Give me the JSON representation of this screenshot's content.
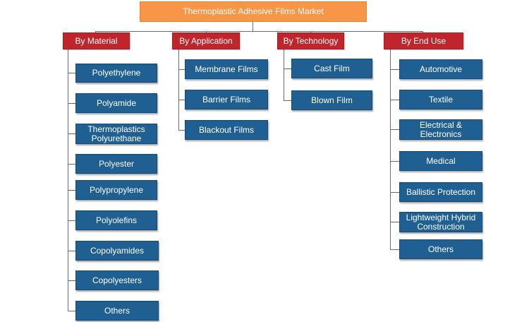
{
  "title": "Thermoplastic Adhesive Films Market",
  "categories": {
    "material": {
      "label": "By Material",
      "items": [
        "Polyethylene",
        "Polyamide",
        "Thermoplastics Polyurethane",
        "Polyester",
        "Polypropylene",
        "Polyolefins",
        "Copolyamides",
        "Copolyesters",
        "Others"
      ]
    },
    "application": {
      "label": "By Application",
      "items": [
        "Membrane Films",
        "Barrier Films",
        "Blackout Films"
      ]
    },
    "technology": {
      "label": "By Technology",
      "items": [
        "Cast Film",
        "Blown Film"
      ]
    },
    "end_use": {
      "label": "By End Use",
      "items": [
        "Automotive",
        "Textile",
        "Electrical & Electronics",
        "Medical",
        "Ballistic Protection",
        "Lightweight Hybrid Construction",
        "Others"
      ]
    }
  },
  "colors": {
    "root": "#f79646",
    "category": "#c0252b",
    "leaf": "#1f5f91",
    "connector": "#6b6b6b"
  }
}
